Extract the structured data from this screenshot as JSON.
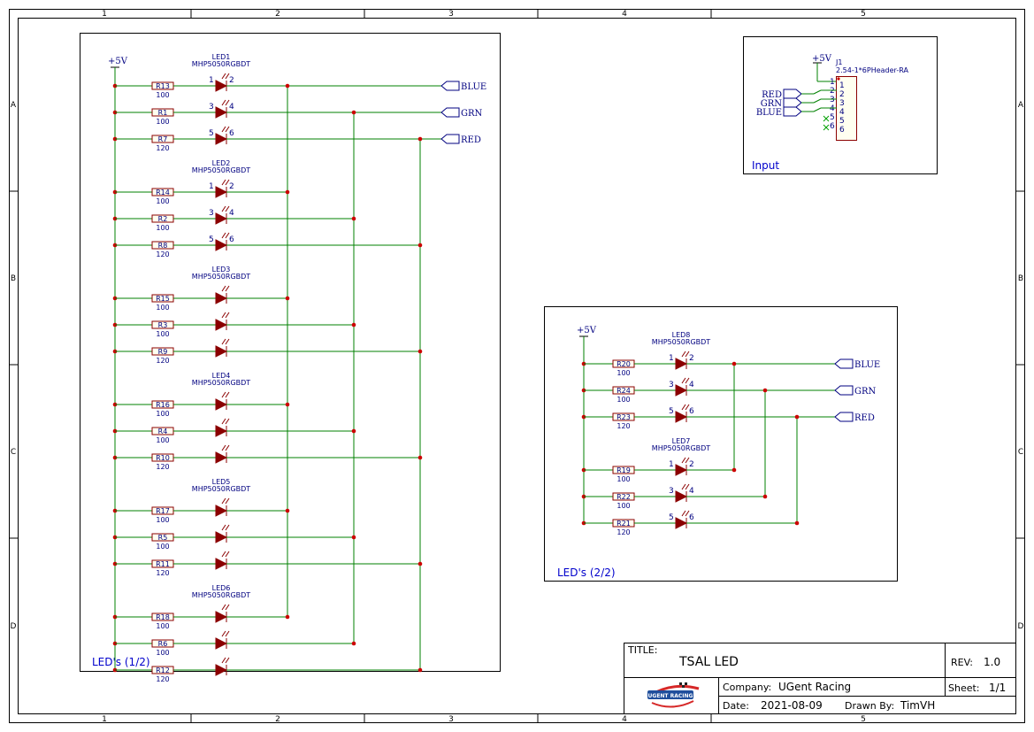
{
  "frame": {
    "columns": [
      "1",
      "2",
      "3",
      "4",
      "5"
    ],
    "rows": [
      "A",
      "B",
      "C",
      "D"
    ]
  },
  "sheets": {
    "leds_1": "LED's (1/2)",
    "leds_2": "LED's (2/2)",
    "input": "Input"
  },
  "power_label": "+5V",
  "led_part": "MHP5050RGBDT",
  "connector": {
    "ref": "J1",
    "value": "2.54-1*6PHeader-RA",
    "pins": [
      "1",
      "2",
      "3",
      "4",
      "5",
      "6"
    ],
    "inputs": [
      "RED",
      "GRN",
      "BLUE"
    ]
  },
  "net_labels": [
    "BLUE",
    "GRN",
    "RED"
  ],
  "group1": [
    {
      "led": "LED1",
      "pins": true,
      "res": [
        {
          "ref": "R13",
          "val": "100"
        },
        {
          "ref": "R1",
          "val": "100"
        },
        {
          "ref": "R7",
          "val": "120"
        }
      ]
    },
    {
      "led": "LED2",
      "pins": true,
      "res": [
        {
          "ref": "R14",
          "val": "100"
        },
        {
          "ref": "R2",
          "val": "100"
        },
        {
          "ref": "R8",
          "val": "120"
        }
      ]
    },
    {
      "led": "LED3",
      "pins": false,
      "res": [
        {
          "ref": "R15",
          "val": "100"
        },
        {
          "ref": "R3",
          "val": "100"
        },
        {
          "ref": "R9",
          "val": "120"
        }
      ]
    },
    {
      "led": "LED4",
      "pins": false,
      "res": [
        {
          "ref": "R16",
          "val": "100"
        },
        {
          "ref": "R4",
          "val": "100"
        },
        {
          "ref": "R10",
          "val": "120"
        }
      ]
    },
    {
      "led": "LED5",
      "pins": false,
      "res": [
        {
          "ref": "R17",
          "val": "100"
        },
        {
          "ref": "R5",
          "val": "100"
        },
        {
          "ref": "R11",
          "val": "120"
        }
      ]
    },
    {
      "led": "LED6",
      "pins": false,
      "res": [
        {
          "ref": "R18",
          "val": "100"
        },
        {
          "ref": "R6",
          "val": "100"
        },
        {
          "ref": "R12",
          "val": "120"
        }
      ]
    }
  ],
  "group2": [
    {
      "led": "LED8",
      "pins": true,
      "res": [
        {
          "ref": "R20",
          "val": "100"
        },
        {
          "ref": "R24",
          "val": "100"
        },
        {
          "ref": "R23",
          "val": "120"
        }
      ]
    },
    {
      "led": "LED7",
      "pins": true,
      "res": [
        {
          "ref": "R19",
          "val": "100"
        },
        {
          "ref": "R22",
          "val": "100"
        },
        {
          "ref": "R21",
          "val": "120"
        }
      ]
    }
  ],
  "title_block": {
    "title_label": "TITLE:",
    "title": "TSAL LED",
    "rev_label": "REV:",
    "rev": "1.0",
    "company_label": "Company:",
    "company": "UGent Racing",
    "sheet_label": "Sheet:",
    "sheet": "1/1",
    "date_label": "Date:",
    "date": "2021-08-09",
    "drawn_label": "Drawn By:",
    "drawn_by": "TimVH",
    "logo_text": "UGENT RACING"
  },
  "colors": {
    "wire": "#008000",
    "component": "#8b0000",
    "junction": "#cc0000",
    "text": "#000080"
  }
}
